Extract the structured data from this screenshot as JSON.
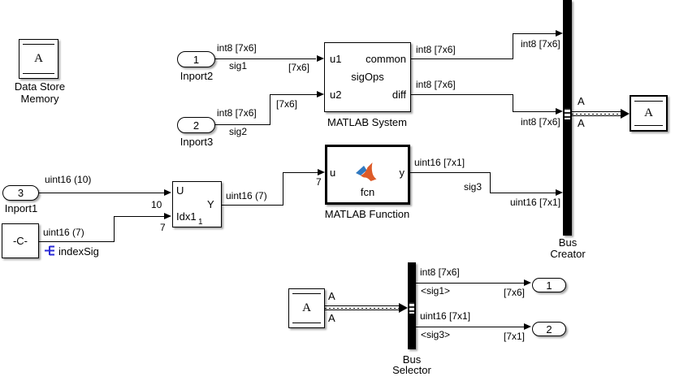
{
  "colors": {
    "line-black": "#000000",
    "signal-icon-blue": "#2b2bd6",
    "logo-orange": "#dd5b28",
    "logo-blue": "#3079c0"
  },
  "data_store_memory": {
    "content": "A",
    "label1": "Data Store",
    "label2": "Memory"
  },
  "data_store_write": {
    "content": "A"
  },
  "data_store_read": {
    "content": "A"
  },
  "inport1": {
    "port": "3",
    "label": "Inport1"
  },
  "inport2": {
    "port": "1",
    "label": "Inport2"
  },
  "inport3": {
    "port": "2",
    "label": "Inport3"
  },
  "outport1": {
    "port": "1"
  },
  "outport2": {
    "port": "2"
  },
  "constant": {
    "value": "-C-"
  },
  "selector": {
    "port_u": "U",
    "port_idx": "Idx1",
    "port_idx_sub": "1",
    "port_y": "Y",
    "dim_u": "10",
    "dim_idx": "7"
  },
  "matlab_system": {
    "port_u1": "u1",
    "port_u2": "u2",
    "port_common": "common",
    "port_diff": "diff",
    "title": "sigOps",
    "label": "MATLAB System"
  },
  "matlab_function": {
    "port_u": "u",
    "port_y": "y",
    "title": "fcn",
    "label": "MATLAB Function",
    "dim_u": "7"
  },
  "bus_creator": {
    "label1": "Bus",
    "label2": "Creator"
  },
  "bus_selector": {
    "label1": "Bus",
    "label2": "Selector"
  },
  "signals": {
    "sig1": {
      "type": "int8 [7x6]",
      "name": "sig1",
      "dim": "[7x6]"
    },
    "sig2": {
      "type": "int8 [7x6]",
      "name": "sig2",
      "dim": "[7x6]"
    },
    "common": {
      "type": "int8 [7x6]",
      "type_at_bus": "int8 [7x6]"
    },
    "diff": {
      "type": "int8 [7x6]",
      "type_at_bus": "int8 [7x6]"
    },
    "inport1_out": {
      "type": "uint16 (10)"
    },
    "index": {
      "type": "uint16 (7)",
      "name": "indexSig"
    },
    "selector_out": {
      "type": "uint16 (7)"
    },
    "sig3": {
      "type": "uint16 [7x1]",
      "name": "sig3",
      "type_at_bus": "uint16 [7x1]"
    },
    "bus_out": {
      "label_above": "A",
      "label_below": "A"
    },
    "read_out": {
      "label_above": "A",
      "label_below": "A"
    },
    "sel_out1": {
      "type": "int8 [7x6]",
      "name": "<sig1>",
      "dim": "[7x6]"
    },
    "sel_out2": {
      "type": "uint16 [7x1]",
      "name": "<sig3>",
      "dim": "[7x1]"
    }
  }
}
